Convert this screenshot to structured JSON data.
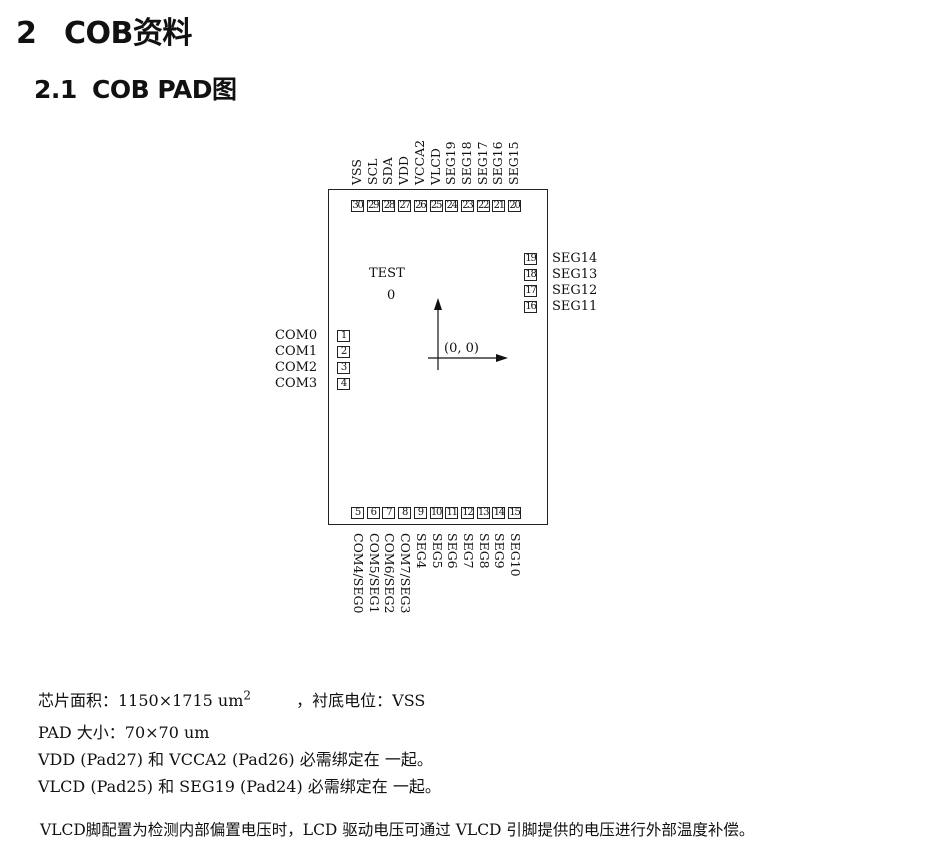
{
  "heading1": {
    "number": "2",
    "title": "COB资料"
  },
  "heading2": {
    "number": "2.1",
    "title": "COB PAD图"
  },
  "chip": {
    "top_pads": [
      {
        "num": "30",
        "label": "VSS"
      },
      {
        "num": "29",
        "label": "SCL"
      },
      {
        "num": "28",
        "label": "SDA"
      },
      {
        "num": "27",
        "label": "VDD"
      },
      {
        "num": "26",
        "label": "VCCA2"
      },
      {
        "num": "25",
        "label": "VLCD"
      },
      {
        "num": "24",
        "label": "SEG19"
      },
      {
        "num": "23",
        "label": "SEG18"
      },
      {
        "num": "22",
        "label": "SEG17"
      },
      {
        "num": "21",
        "label": "SEG16"
      },
      {
        "num": "20",
        "label": "SEG15"
      }
    ],
    "right_pads": [
      {
        "num": "19",
        "label": "SEG14"
      },
      {
        "num": "18",
        "label": "SEG13"
      },
      {
        "num": "17",
        "label": "SEG12"
      },
      {
        "num": "16",
        "label": "SEG11"
      }
    ],
    "left_pads": [
      {
        "num": "1",
        "label": "COM0"
      },
      {
        "num": "2",
        "label": "COM1"
      },
      {
        "num": "3",
        "label": "COM2"
      },
      {
        "num": "4",
        "label": "COM3"
      }
    ],
    "bottom_pads": [
      {
        "num": "5",
        "label": "COM4/SEG0"
      },
      {
        "num": "6",
        "label": "COM5/SEG1"
      },
      {
        "num": "7",
        "label": "COM6/SEG2"
      },
      {
        "num": "8",
        "label": "COM7/SEG3"
      },
      {
        "num": "9",
        "label": "SEG4"
      },
      {
        "num": "10",
        "label": "SEG5"
      },
      {
        "num": "11",
        "label": "SEG6"
      },
      {
        "num": "12",
        "label": "SEG7"
      },
      {
        "num": "13",
        "label": "SEG8"
      },
      {
        "num": "14",
        "label": "SEG9"
      },
      {
        "num": "15",
        "label": "SEG10"
      }
    ],
    "test_label": "TEST",
    "test_value": "0",
    "origin_label": "(0, 0)"
  },
  "specs": {
    "area_prefix": "芯片面积：1150×1715 um",
    "area_exp": "2",
    "substrate": "，衬底电位：VSS",
    "pad_size": "PAD  大小：70×70 um",
    "bind1": "VDD (Pad27) 和 VCCA2 (Pad26) 必需绑定在 一起。",
    "bind2": "VLCD (Pad25) 和 SEG19 (Pad24) 必需绑定在 一起。",
    "vlcd_note": "VLCD脚配置为检测内部偏置电压时，LCD 驱动电压可通过 VLCD 引脚提供的电压进行外部温度补偿。"
  }
}
